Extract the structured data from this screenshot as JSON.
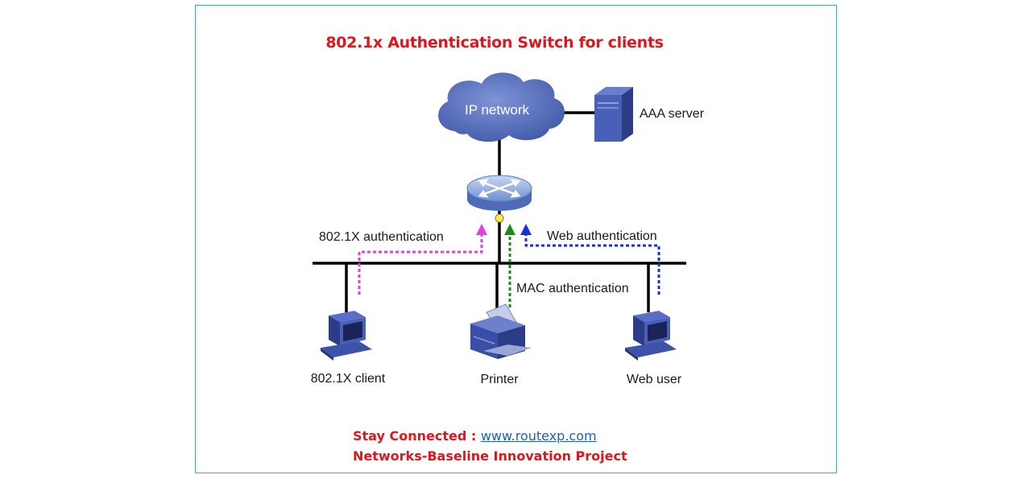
{
  "title": "802.1x Authentication Switch for clients",
  "nodes": {
    "cloud": "IP network",
    "aaa_server": "AAA server",
    "client": "802.1X client",
    "printer": "Printer",
    "web_user": "Web user"
  },
  "auth_labels": {
    "dot1x": "802.1X authentication",
    "web": "Web authentication",
    "mac": "MAC authentication"
  },
  "colors": {
    "title": "#e0161c",
    "dot1x_path": "#e040e0",
    "mac_path": "#1a8a1a",
    "web_path": "#1a2fd6"
  },
  "footer": {
    "stay_prefix": "Stay Connected :",
    "link": "www.routexp.com",
    "project": "Networks-Baseline Innovation Project"
  }
}
